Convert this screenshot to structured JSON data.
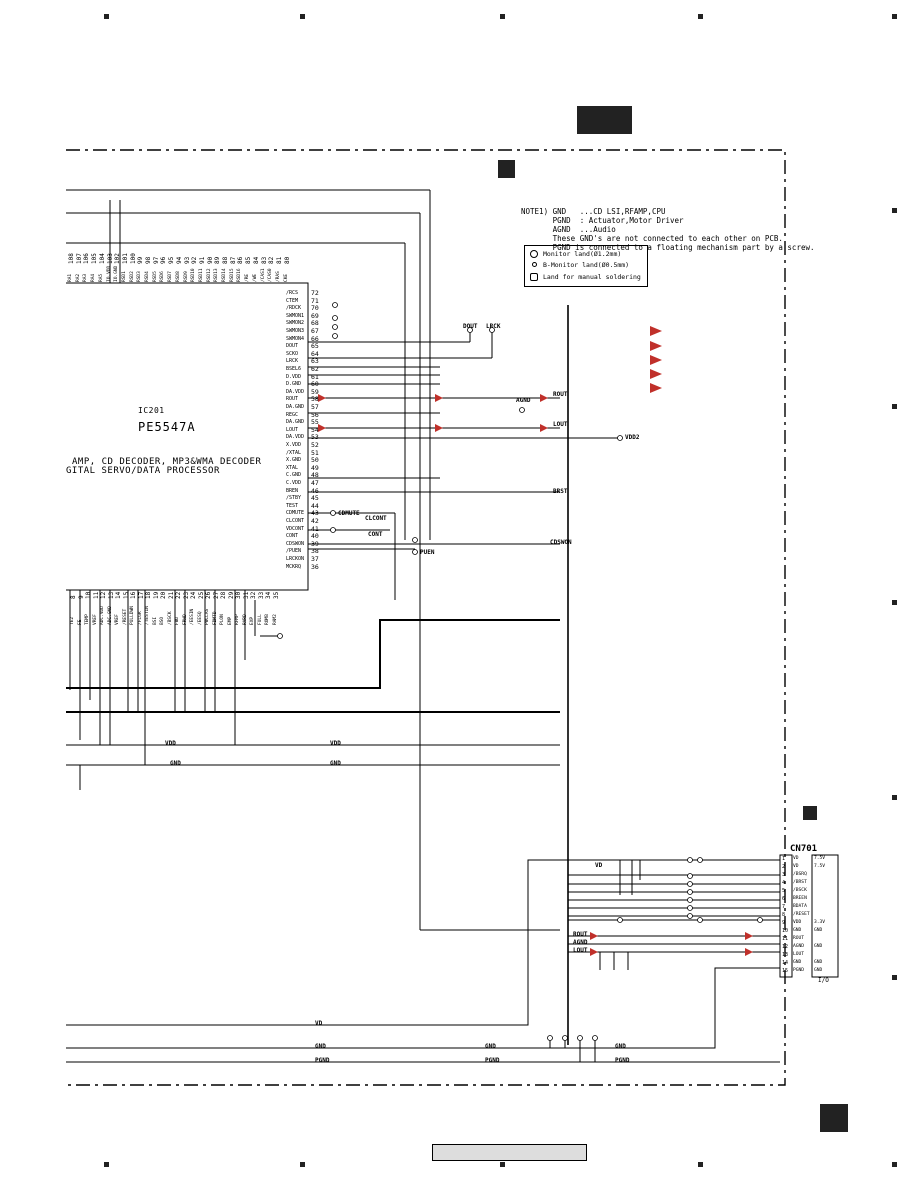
{
  "ic": {
    "ref": "IC201",
    "part": "PE5547A",
    "desc_line1": "AMP, CD DECODER, MP3&WMA DECODER",
    "desc_line2": "GITAL SERVO/DATA PROCESSOR"
  },
  "note": {
    "l1": "NOTE1) GND   ...CD LSI,RFAMP,CPU",
    "l2": "       PGND  : Actuator,Motor Driver",
    "l3": "       AGND  ...Audio",
    "l4": "       These GND's are not connected to each other on PCB.",
    "l5": "       PGND is connected to a floating mechanism part by a screw."
  },
  "legend": {
    "item1": "Monitor land(Ø1.2mm)",
    "item2": "B-Monitor land(Ø0.5mm)",
    "item3": "Land for manual soldering"
  },
  "connector": {
    "ref": "CN701",
    "pins": [
      "VD",
      "VD",
      "/BSRQ",
      "/BRST",
      "/BSCK",
      "BREEN",
      "BDATA",
      "/RESET",
      "VDD",
      "GND",
      "ROUT",
      "AGND",
      "LOUT",
      "GND",
      "PGND"
    ],
    "pin_nums": [
      "1",
      "2",
      "3",
      "4",
      "5",
      "6",
      "7",
      "8",
      "9",
      "10",
      "11",
      "12",
      "13",
      "14",
      "15"
    ],
    "io": [
      "7.5V",
      "7.5V",
      "",
      "",
      "",
      "",
      "",
      "",
      "3.3V",
      "GND",
      "",
      "GND",
      "",
      "GND",
      "GND"
    ],
    "io_label": "I/O"
  },
  "right_pins": [
    {
      "num": "72",
      "name": "/RCS"
    },
    {
      "num": "71",
      "name": "CTEM"
    },
    {
      "num": "70",
      "name": "/RDCK"
    },
    {
      "num": "69",
      "name": "SWMON1"
    },
    {
      "num": "68",
      "name": "SWMON2"
    },
    {
      "num": "67",
      "name": "SWMON3"
    },
    {
      "num": "66",
      "name": "SWMON4"
    },
    {
      "num": "65",
      "name": "DOUT"
    },
    {
      "num": "64",
      "name": "SCKO"
    },
    {
      "num": "63",
      "name": "LRCK"
    },
    {
      "num": "62",
      "name": "BSEL6"
    },
    {
      "num": "61",
      "name": "D.VDD"
    },
    {
      "num": "60",
      "name": "D.GND"
    },
    {
      "num": "59",
      "name": "DA.VDD"
    },
    {
      "num": "58",
      "name": "ROUT"
    },
    {
      "num": "57",
      "name": "DA.GND"
    },
    {
      "num": "56",
      "name": "REGC"
    },
    {
      "num": "55",
      "name": "DA.GND"
    },
    {
      "num": "54",
      "name": "LOUT"
    },
    {
      "num": "53",
      "name": "DA.VDD"
    },
    {
      "num": "52",
      "name": "X.VDD"
    },
    {
      "num": "51",
      "name": "/XTAL"
    },
    {
      "num": "50",
      "name": "X.GND"
    },
    {
      "num": "49",
      "name": "XTAL"
    },
    {
      "num": "48",
      "name": "C.GND"
    },
    {
      "num": "47",
      "name": "C.VDD"
    },
    {
      "num": "46",
      "name": "BREN"
    },
    {
      "num": "45",
      "name": "/STBY"
    },
    {
      "num": "44",
      "name": "TEST"
    },
    {
      "num": "43",
      "name": "CDMUTE"
    },
    {
      "num": "42",
      "name": "CLCONT"
    },
    {
      "num": "41",
      "name": "VDCONT"
    },
    {
      "num": "40",
      "name": "CONT"
    },
    {
      "num": "39",
      "name": "CDSWON"
    },
    {
      "num": "38",
      "name": "/PUEN"
    },
    {
      "num": "37",
      "name": "LRCKON"
    },
    {
      "num": "36",
      "name": "MCKRQ"
    }
  ],
  "top_pins": [
    {
      "num": "108",
      "name": "RA1"
    },
    {
      "num": "107",
      "name": "RA2"
    },
    {
      "num": "106",
      "name": "RA3"
    },
    {
      "num": "105",
      "name": "RA4"
    },
    {
      "num": "104",
      "name": "RA5"
    },
    {
      "num": "103",
      "name": "IO.VDD"
    },
    {
      "num": "102",
      "name": "IO.GND"
    },
    {
      "num": "101",
      "name": "RSD1"
    },
    {
      "num": "100",
      "name": "RSD2"
    },
    {
      "num": "99",
      "name": "RSD3"
    },
    {
      "num": "98",
      "name": "RSD4"
    },
    {
      "num": "97",
      "name": "RSD5"
    },
    {
      "num": "96",
      "name": "RSD6"
    },
    {
      "num": "95",
      "name": "RSD7"
    },
    {
      "num": "94",
      "name": "RSD8"
    },
    {
      "num": "93",
      "name": "RSD9"
    },
    {
      "num": "92",
      "name": "RSD10"
    },
    {
      "num": "91",
      "name": "RSD11"
    },
    {
      "num": "90",
      "name": "RSD12"
    },
    {
      "num": "89",
      "name": "RSD13"
    },
    {
      "num": "88",
      "name": "RSD14"
    },
    {
      "num": "87",
      "name": "RSD15"
    },
    {
      "num": "86",
      "name": "RSD16"
    },
    {
      "num": "85",
      "name": "/RE"
    },
    {
      "num": "84",
      "name": "/WE"
    },
    {
      "num": "83",
      "name": "/CAS1"
    },
    {
      "num": "82",
      "name": "/CAS0"
    },
    {
      "num": "81",
      "name": "/RAS"
    },
    {
      "num": "80",
      "name": "CKE"
    }
  ],
  "bottom_pins": [
    {
      "num": "8",
      "name": "TE2"
    },
    {
      "num": "9",
      "name": "FE"
    },
    {
      "num": "10",
      "name": "TEMP"
    },
    {
      "num": "11",
      "name": "VREF"
    },
    {
      "num": "12",
      "name": "ADC.VDD"
    },
    {
      "num": "13",
      "name": "ADC.GND"
    },
    {
      "num": "14",
      "name": "VREF"
    },
    {
      "num": "15",
      "name": "/RESET"
    },
    {
      "num": "16",
      "name": "PULLDWN"
    },
    {
      "num": "17",
      "name": "/FLGR"
    },
    {
      "num": "18",
      "name": "/TESTIN"
    },
    {
      "num": "19",
      "name": "BSI"
    },
    {
      "num": "20",
      "name": "BSO"
    },
    {
      "num": "21",
      "name": "/BSCK"
    },
    {
      "num": "22",
      "name": "FWD"
    },
    {
      "num": "23",
      "name": "FRWD"
    },
    {
      "num": "24",
      "name": "/EESIN"
    },
    {
      "num": "25",
      "name": "/EESQ"
    },
    {
      "num": "26",
      "name": "PWCLAS"
    },
    {
      "num": "27",
      "name": "FDMTD"
    },
    {
      "num": "28",
      "name": "PLON"
    },
    {
      "num": "29",
      "name": "EMP"
    },
    {
      "num": "30",
      "name": "RFMP"
    },
    {
      "num": "31",
      "name": "RVRD"
    },
    {
      "num": "32",
      "name": "EXP"
    },
    {
      "num": "33",
      "name": "FULL"
    },
    {
      "num": "34",
      "name": "ROMB"
    },
    {
      "num": "35",
      "name": "RAM2"
    }
  ],
  "signals": {
    "dout": "DOUT",
    "lrck": "LRCK",
    "rout": "ROUT",
    "lout": "LOUT",
    "agnd": "AGND",
    "vdd2": "VDD2",
    "vdd": "VDD",
    "brst": "BRST",
    "cdswon": "CDSWON",
    "vd": "VD",
    "gnd": "GND",
    "pgnd": "PGND",
    "clcont": "CLCONT",
    "cont": "CONT",
    "pu_en": "PUEN",
    "cdmute": "CDMUTE"
  },
  "arrow_color": "#c0302a"
}
